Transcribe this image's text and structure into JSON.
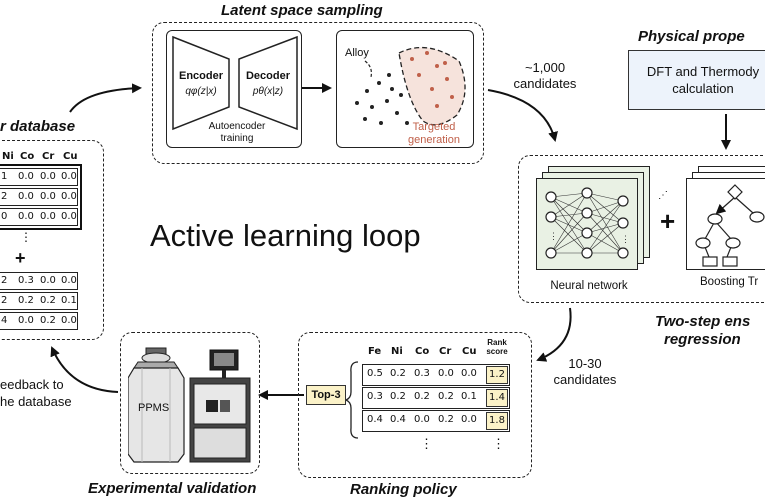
{
  "loop_title": "Active learning loop",
  "stages": {
    "latent": {
      "title": "Latent space sampling",
      "encoder": "Encoder",
      "encoder_eq": "qφ(z|x)",
      "decoder": "Decoder",
      "decoder_eq": "pθ(x|z)",
      "autoencoder_training": "Autoencoder training",
      "alloy_label": "Alloy",
      "targeted": "Targeted generation"
    },
    "physical": {
      "title": "Physical prope",
      "box_text": "DFT and Thermody calculation"
    },
    "ensemble": {
      "title_line1": "Two-step ens",
      "title_line2": "regression",
      "nn_label": "Neural network",
      "tree_label": "Boosting Tr",
      "plus": "+"
    },
    "ranking": {
      "title": "Ranking policy",
      "top3": "Top-3",
      "headers": [
        "Fe",
        "Ni",
        "Co",
        "Cr",
        "Cu"
      ],
      "rank_header": "Rank score",
      "rows": [
        {
          "values": [
            "0.5",
            "0.2",
            "0.3",
            "0.0",
            "0.0"
          ],
          "score": "1.2"
        },
        {
          "values": [
            "0.3",
            "0.2",
            "0.2",
            "0.2",
            "0.1"
          ],
          "score": "1.4"
        },
        {
          "values": [
            "0.4",
            "0.4",
            "0.0",
            "0.2",
            "0.0"
          ],
          "score": "1.8"
        }
      ],
      "ellipsis": "⋮"
    },
    "experimental": {
      "title": "Experimental validation",
      "instrument": "PPMS"
    },
    "database": {
      "title": "r database",
      "headers": [
        "Ni",
        "Co",
        "Cr",
        "Cu"
      ],
      "top_rows": [
        [
          "1",
          "0.0",
          "0.0",
          "0.0"
        ],
        [
          "2",
          "0.0",
          "0.0",
          "0.0"
        ],
        [
          "0",
          "0.0",
          "0.0",
          "0.0"
        ]
      ],
      "bottom_rows": [
        [
          "2",
          "0.3",
          "0.0",
          "0.0"
        ],
        [
          "2",
          "0.2",
          "0.2",
          "0.1"
        ],
        [
          "4",
          "0.0",
          "0.2",
          "0.0"
        ]
      ],
      "ellipsis": "⋮",
      "plus": "+"
    }
  },
  "flows": {
    "candidates_1000_line1": "~1,000",
    "candidates_1000_line2": "candidates",
    "candidates_10_30_line1": "10-30",
    "candidates_10_30_line2": "candidates",
    "feedback_line1": "eedback to",
    "feedback_line2": "he database"
  },
  "colors": {
    "accent_red": "#c0604a",
    "box_blue": "#edf3fb",
    "nn_green": "#e9f1e4",
    "rank_yellow": "#fbf2c8"
  }
}
